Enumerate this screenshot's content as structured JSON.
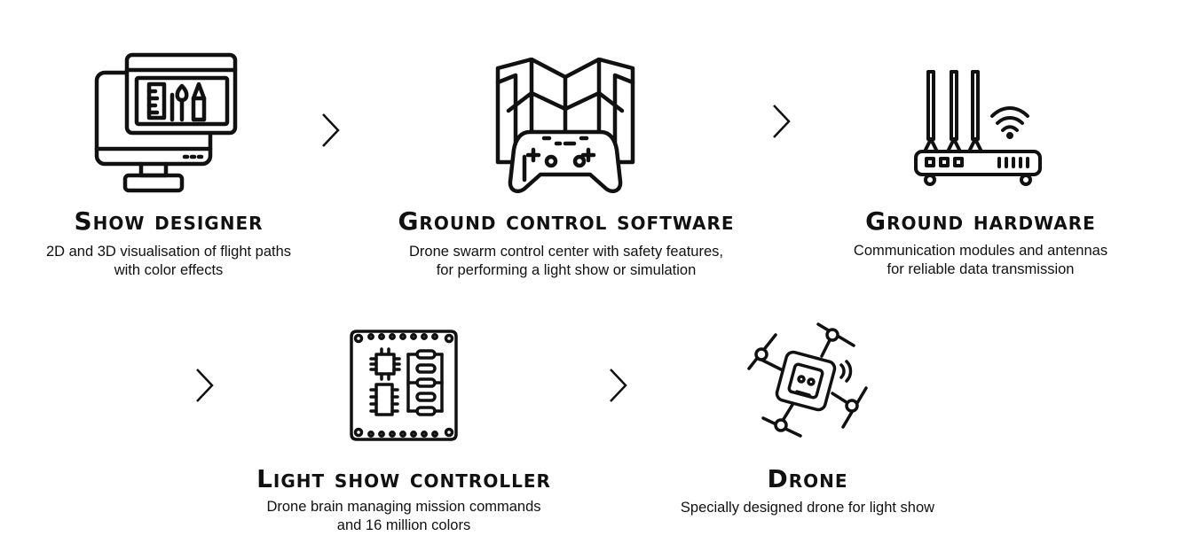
{
  "steps": [
    {
      "title": "Show designer",
      "description": "2D and 3D visualisation of flight paths\nwith color effects",
      "icon": "monitor-design-icon"
    },
    {
      "title": "Ground control software",
      "description": "Drone swarm control center with safety features,\nfor performing a light show or simulation",
      "icon": "map-gamepad-icon"
    },
    {
      "title": "Ground hardware",
      "description": "Communication modules and antennas\nfor reliable data transmission",
      "icon": "router-antenna-icon"
    },
    {
      "title": "Light show controller",
      "description": "Drone brain managing mission commands\nand 16 million colors",
      "icon": "circuit-board-icon"
    },
    {
      "title": "Drone",
      "description": "Specially designed drone for light show",
      "icon": "quadcopter-icon"
    }
  ],
  "connector_icon": "chevron-right-icon",
  "colors": {
    "ink": "#111111",
    "background": "#ffffff"
  }
}
